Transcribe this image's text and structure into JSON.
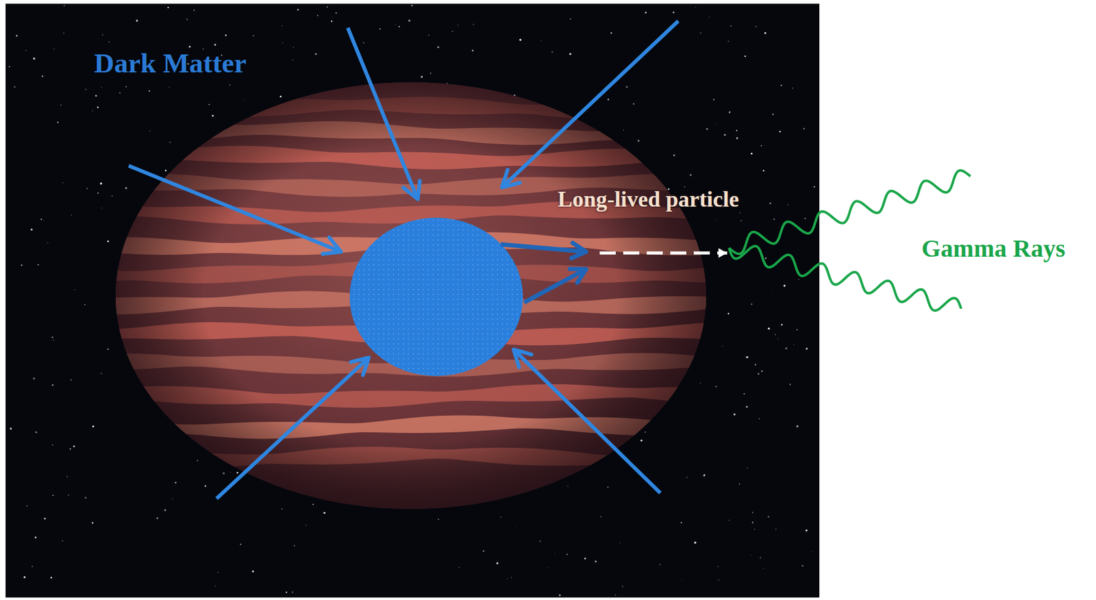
{
  "diagram": {
    "labels": [
      "Dark Matter",
      "Long-lived particle",
      "Gamma Rays"
    ]
  }
}
